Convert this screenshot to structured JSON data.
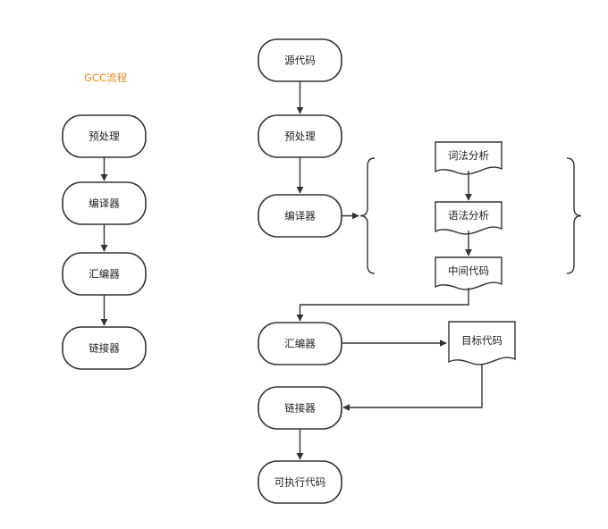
{
  "colors": {
    "title": "#e8891c",
    "stroke": "#333333",
    "text": "#222222"
  },
  "gcc_flow": {
    "title": "GCC流程",
    "steps": {
      "preprocess": "预处理",
      "compile": "编译器",
      "assemble": "汇编器",
      "link": "链接器"
    }
  },
  "main_flow": {
    "source": "源代码",
    "preprocess": "预处理",
    "compile": "编译器",
    "assemble": "汇编器",
    "link": "链接器",
    "executable": "可执行代码",
    "compiler_stages": {
      "lexical": "词法分析",
      "syntax": "语法分析",
      "intermediate": "中间代码"
    },
    "object_code": "目标代码"
  }
}
